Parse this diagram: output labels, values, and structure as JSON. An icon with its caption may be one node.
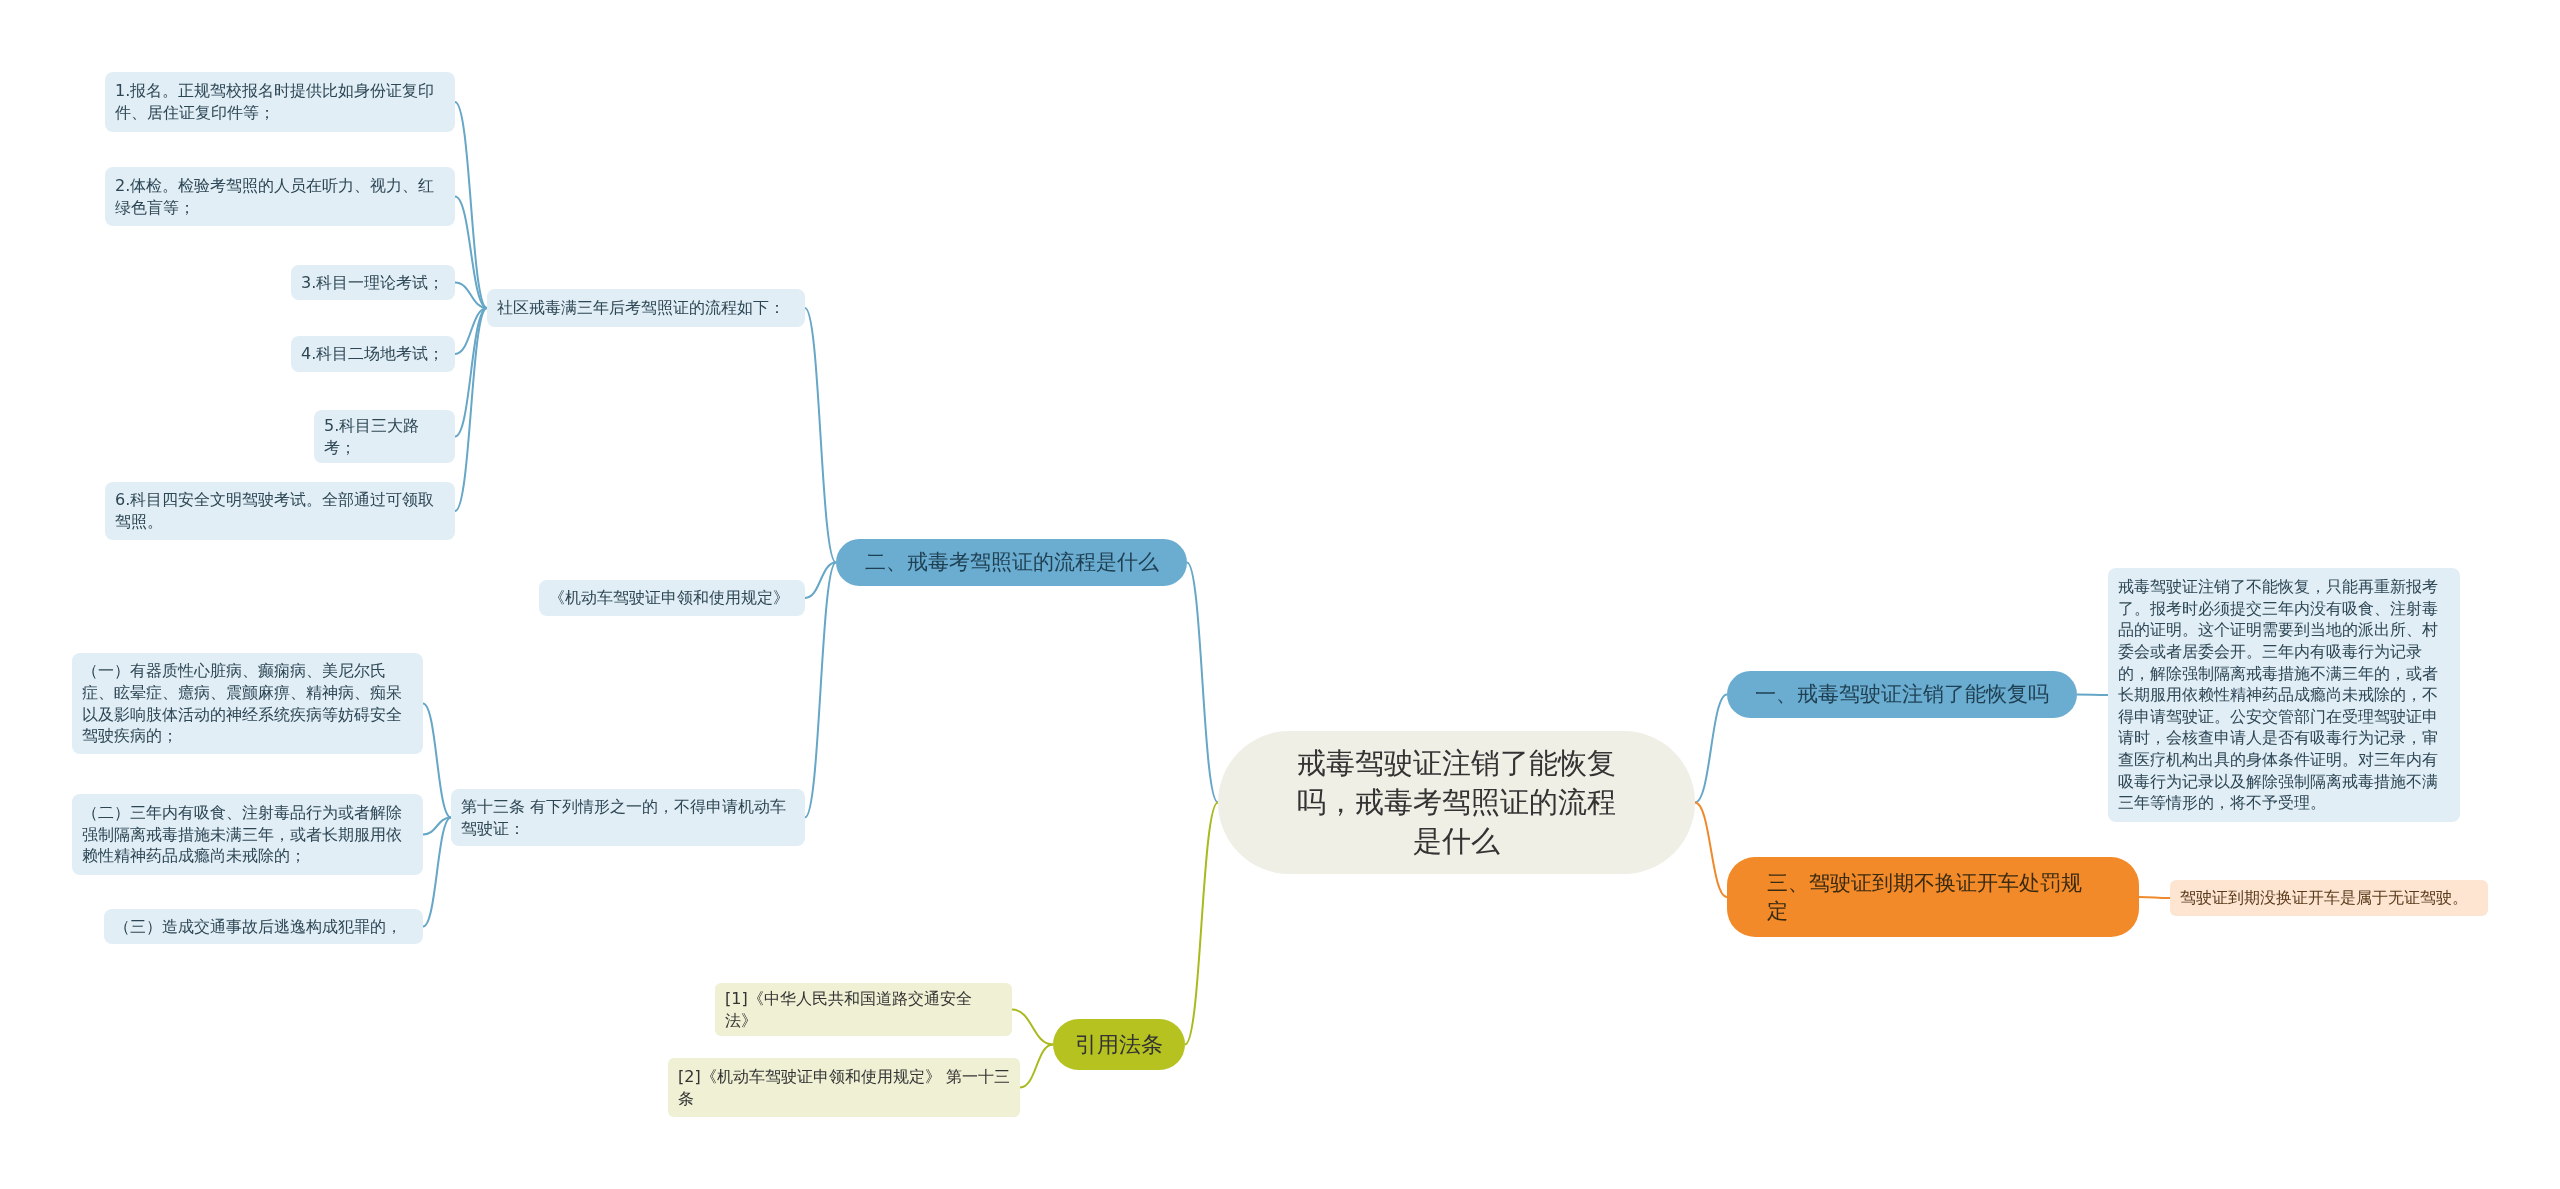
{
  "diagram": {
    "nodes": [
      {
        "text": [
          "戒毒驾驶证注销了能恢复吗，戒毒考驾照证的流程是什么"
        ]
      },
      {
        "text": [
          "一、戒毒驾驶证注销了能恢复吗"
        ]
      },
      {
        "text": [
          "戒毒驾驶证注销了不能恢复，只能再重新报考了。报考时必须提交三年内没有吸食、注射毒品的证明。这个证明需要到当地的派出所、村委会或者居委会开。三年内有吸毒行为记录的，解除强制隔离戒毒措施不满三年的，或者长期服用依赖性精神药品成瘾尚未戒除的，不得申请驾驶证。公安交管部门在受理驾驶证申请时，会核查申请人是否有吸毒行为记录，审查医疗机构出具的身体条件证明。对三年内有吸毒行为记录以及解除强制隔离戒毒措施不满三年等情形的，将不予受理。"
        ]
      },
      {
        "text": [
          "三、驾驶证到期不换证开车处罚规定"
        ]
      },
      {
        "text": [
          "驾驶证到期没换证开车是属于无证驾驶。"
        ]
      },
      {
        "text": [
          "二、戒毒考驾照证的流程是什么"
        ]
      },
      {
        "text": [
          "社区戒毒满三年后考驾照证的流程如下："
        ]
      },
      {
        "text": [
          "1.报名。正规驾校报名时提供比如身份证复印件、居住证复印件等；"
        ]
      },
      {
        "text": [
          "2.体检。检验考驾照的人员在听力、视力、红绿色盲等；"
        ]
      },
      {
        "text": [
          "3.科目一理论考试；"
        ]
      },
      {
        "text": [
          "4.科目二场地考试；"
        ]
      },
      {
        "text": [
          "5.科目三大路考；"
        ]
      },
      {
        "text": [
          "6.科目四安全文明驾驶考试。全部通过可领取驾照。"
        ]
      },
      {
        "text": [
          "《机动车驾驶证申领和使用规定》"
        ]
      },
      {
        "text": [
          "第十三条  有下列情形之一的，不得申请机动车驾驶证："
        ]
      },
      {
        "text": [
          "（一）有器质性心脏病、癫痫病、美尼尔氏症、眩晕症、癔病、震颤麻痹、精神病、痴呆以及影响肢体活动的神经系统疾病等妨碍安全驾驶疾病的；"
        ]
      },
      {
        "text": [
          "（二）三年内有吸食、注射毒品行为或者解除强制隔离戒毒措施未满三年，或者长期服用依赖性精神药品成瘾尚未戒除的；"
        ]
      },
      {
        "text": [
          "（三）造成交通事故后逃逸构成犯罪的，"
        ]
      },
      {
        "text": [
          "引用法条"
        ]
      },
      {
        "text": [
          "[1]《中华人民共和国道路交通安全法》"
        ]
      },
      {
        "text": [
          "[2]《机动车驾驶证申领和使用规定》 第一十三条"
        ]
      }
    ],
    "edges": [
      {
        "from": 0,
        "to": 1,
        "arrow": "none"
      },
      {
        "from": 1,
        "to": 2,
        "arrow": "none"
      },
      {
        "from": 0,
        "to": 3,
        "arrow": "none",
        "color": "#ef8a2c"
      },
      {
        "from": 3,
        "to": 4,
        "arrow": "none",
        "color": "#ef8a2c"
      },
      {
        "from": 0,
        "to": 5,
        "arrow": "none"
      },
      {
        "from": 5,
        "to": 6,
        "arrow": "none"
      },
      {
        "from": 6,
        "to": 7,
        "arrow": "none"
      },
      {
        "from": 6,
        "to": 8,
        "arrow": "none"
      },
      {
        "from": 6,
        "to": 9,
        "arrow": "none"
      },
      {
        "from": 6,
        "to": 10,
        "arrow": "none"
      },
      {
        "from": 6,
        "to": 11,
        "arrow": "none"
      },
      {
        "from": 6,
        "to": 12,
        "arrow": "none"
      },
      {
        "from": 5,
        "to": 13,
        "arrow": "none"
      },
      {
        "from": 5,
        "to": 14,
        "arrow": "none"
      },
      {
        "from": 14,
        "to": 15,
        "arrow": "none"
      },
      {
        "from": 14,
        "to": 16,
        "arrow": "none"
      },
      {
        "from": 14,
        "to": 17,
        "arrow": "none"
      },
      {
        "from": 0,
        "to": 18,
        "arrow": "none",
        "color": "#a9ba1e"
      },
      {
        "from": 18,
        "to": 19,
        "arrow": "none",
        "color": "#a9ba1e"
      },
      {
        "from": 18,
        "to": 20,
        "arrow": "none",
        "color": "#a9ba1e"
      }
    ]
  }
}
